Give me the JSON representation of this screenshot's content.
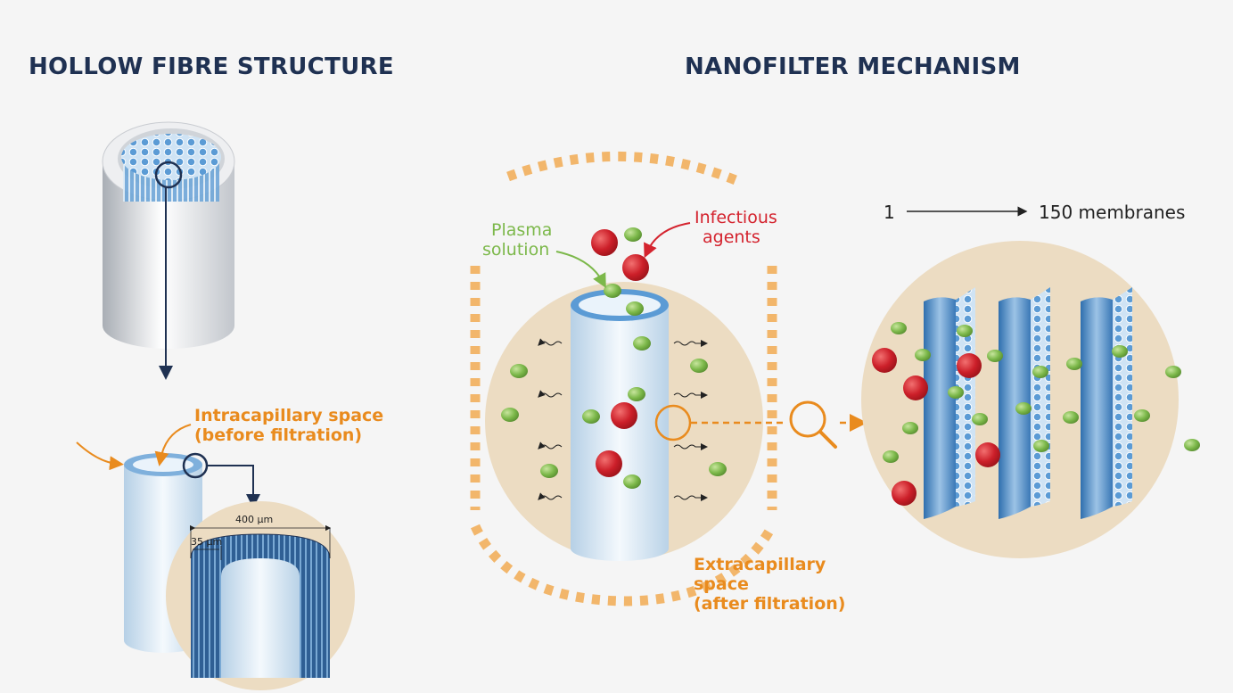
{
  "titles": {
    "hollow_fibre": "HOLLOW FIBRE STRUCTURE",
    "nanofilter": "NANOFILTER MECHANISM"
  },
  "labels": {
    "intracapillary_line1": "Intracapillary space",
    "intracapillary_line2": "(before filtration)",
    "dimension_outer": "400 µm",
    "dimension_wall": "35 µm",
    "plasma_line1": "Plasma",
    "plasma_line2": "solution",
    "infectious_line1": "Infectious",
    "infectious_line2": "agents",
    "extracapillary_line1": "Extracapillary",
    "extracapillary_line2": "space",
    "extracapillary_line3": "(after filtration)",
    "membranes_start": "1",
    "membranes_end": "150 membranes"
  },
  "colors": {
    "title": "#1f3152",
    "orange": "#e98b1e",
    "plasma_green": "#7cb84a",
    "infectious_red": "#d4232e",
    "membrane_blue": "#5b9bd5",
    "beige_circle": "#ecdcc2"
  }
}
